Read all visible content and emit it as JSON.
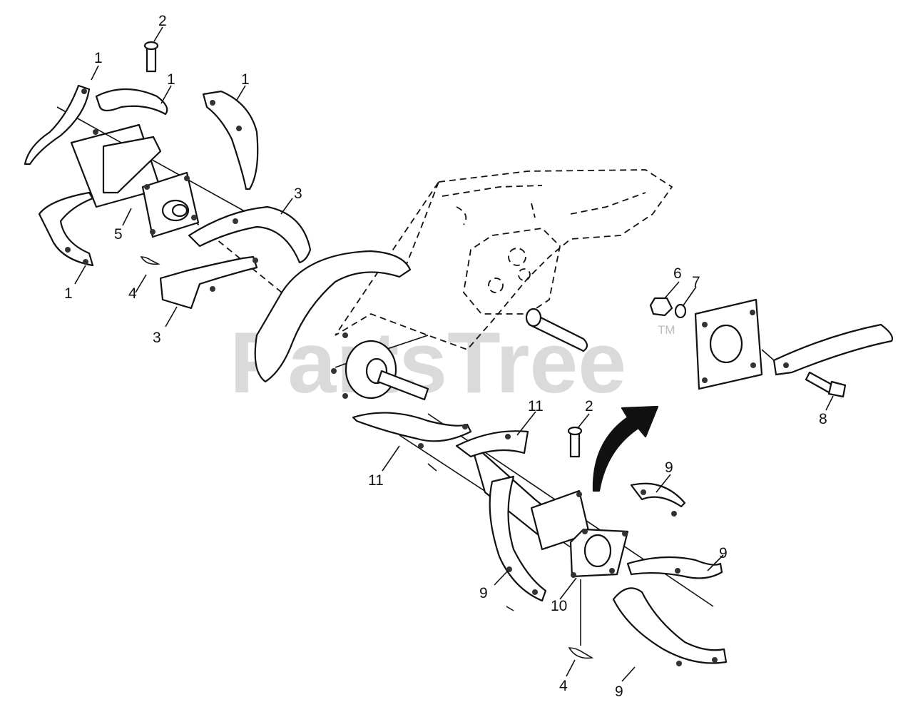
{
  "watermark": {
    "brand": "PartsTree",
    "trademark": "TM"
  },
  "callouts": [
    {
      "id": "c1a",
      "label": "1"
    },
    {
      "id": "c1b",
      "label": "1"
    },
    {
      "id": "c1c",
      "label": "1"
    },
    {
      "id": "c1d",
      "label": "1"
    },
    {
      "id": "c2a",
      "label": "2"
    },
    {
      "id": "c2b",
      "label": "2"
    },
    {
      "id": "c3a",
      "label": "3"
    },
    {
      "id": "c3b",
      "label": "3"
    },
    {
      "id": "c4a",
      "label": "4"
    },
    {
      "id": "c4b",
      "label": "4"
    },
    {
      "id": "c5",
      "label": "5"
    },
    {
      "id": "c6",
      "label": "6"
    },
    {
      "id": "c7",
      "label": "7"
    },
    {
      "id": "c8",
      "label": "8"
    },
    {
      "id": "c9a",
      "label": "9"
    },
    {
      "id": "c9b",
      "label": "9"
    },
    {
      "id": "c9c",
      "label": "9"
    },
    {
      "id": "c9d",
      "label": "9"
    },
    {
      "id": "c10",
      "label": "10"
    },
    {
      "id": "c11a",
      "label": "11"
    },
    {
      "id": "c11b",
      "label": "11"
    }
  ]
}
